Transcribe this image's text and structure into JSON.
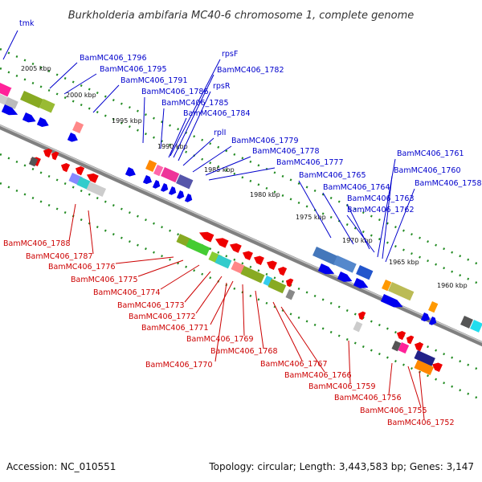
{
  "title": "Burkholderia ambifaria MC40-6 chromosome 1, complete genome",
  "footer": {
    "accession": "Accession: NC_010551",
    "summary": "Topology: circular; Length: 3,443,583 bp; Genes: 3,147"
  },
  "colors": {
    "forward_label": "#0000cc",
    "reverse_label": "#cc0000",
    "forward_gene": "#0000ee",
    "reverse_gene": "#ee0000",
    "backbone": "#808080",
    "tick_dots": "#228b22"
  },
  "ticks": [
    "2005 kbp",
    "2000 kbp",
    "1995 kbp",
    "1990 kbp",
    "1985 kbp",
    "1980 kbp",
    "1975 kbp",
    "1970 kbp",
    "1965 kbp",
    "1960 kbp"
  ],
  "forward_labels": [
    "tmk",
    "BamMC406_1796",
    "BamMC406_1795",
    "BamMC406_1791",
    "rpsF",
    "BamMC406_1782",
    "rpsR",
    "BamMC406_1786",
    "BamMC406_1785",
    "BamMC406_1784",
    "rplI",
    "BamMC406_1779",
    "BamMC406_1778",
    "BamMC406_1777",
    "BamMC406_1765",
    "BamMC406_1764",
    "BamMC406_1763",
    "BamMC406_1762",
    "BamMC406_1761",
    "BamMC406_1760",
    "BamMC406_1758"
  ],
  "reverse_labels": [
    "BamMC406_1788",
    "BamMC406_1787",
    "BamMC406_1776",
    "BamMC406_1775",
    "BamMC406_1774",
    "BamMC406_1773",
    "BamMC406_1772",
    "BamMC406_1771",
    "BamMC406_1769",
    "BamMC406_1768",
    "BamMC406_1770",
    "BamMC406_1767",
    "BamMC406_1766",
    "BamMC406_1759",
    "BamMC406_1756",
    "BamMC406_1755",
    "BamMC406_1752"
  ]
}
